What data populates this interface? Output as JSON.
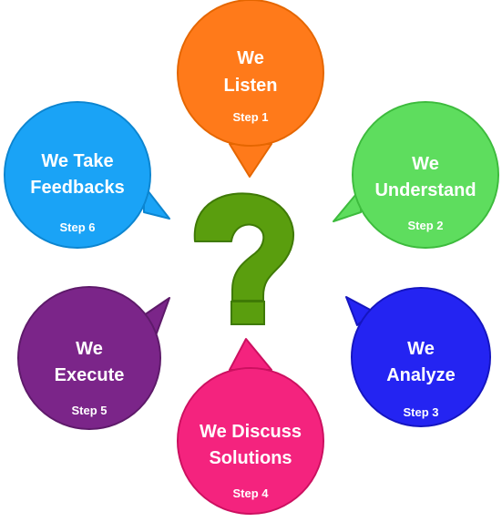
{
  "diagram": {
    "center_icon": "question-mark-icon",
    "steps": [
      {
        "line1": "We",
        "line2": "Listen",
        "step": "Step 1",
        "color": "#FF7A1A",
        "stroke": "#E56600"
      },
      {
        "line1": "We",
        "line2": "Understand",
        "step": "Step 2",
        "color": "#5EDD5E",
        "stroke": "#3DBB3D"
      },
      {
        "line1": "We",
        "line2": "Analyze",
        "step": "Step 3",
        "color": "#2424F2",
        "stroke": "#1515C0"
      },
      {
        "line1": "We Discuss",
        "line2": "Solutions",
        "step": "Step 4",
        "color": "#F4237E",
        "stroke": "#CC1060"
      },
      {
        "line1": "We",
        "line2": "Execute",
        "step": "Step 5",
        "color": "#7B2589",
        "stroke": "#5E1A6A"
      },
      {
        "line1": "We Take",
        "line2": "Feedbacks",
        "step": "Step 6",
        "color": "#1AA3F6",
        "stroke": "#0C85D0"
      }
    ]
  }
}
